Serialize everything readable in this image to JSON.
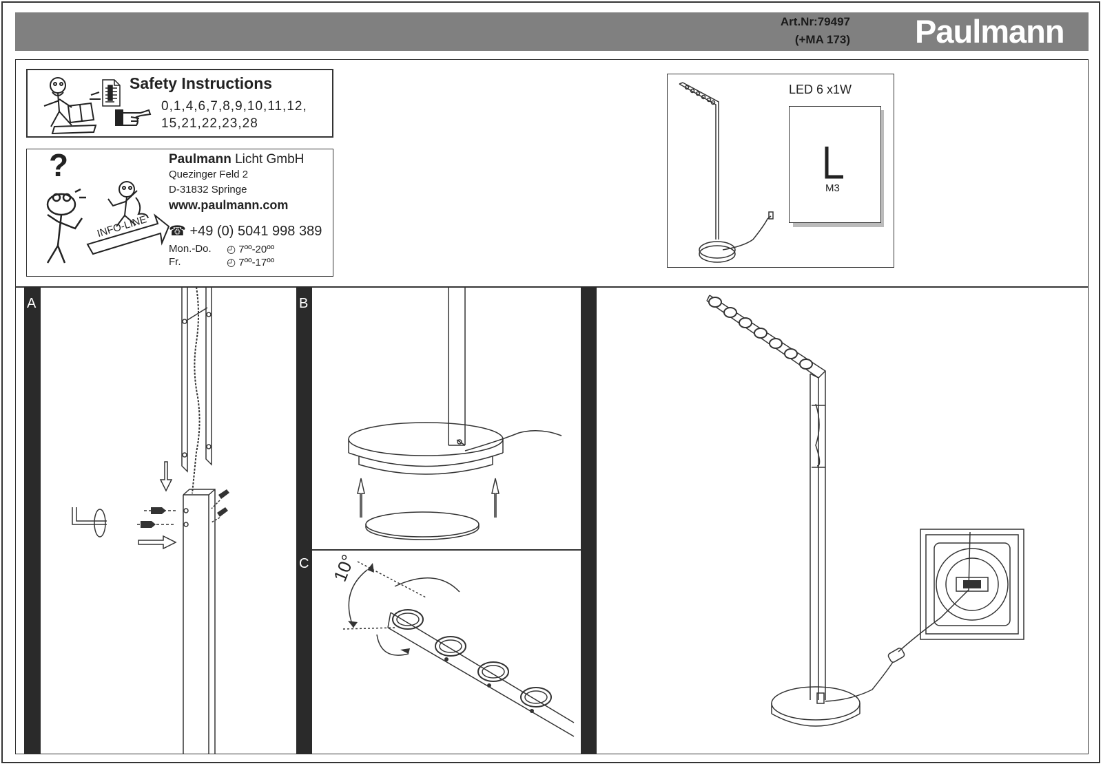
{
  "header": {
    "art_nr": "Art.Nr:79497",
    "ma": "(+MA 173)",
    "brand": "Paulmann"
  },
  "safety": {
    "title": "Safety Instructions",
    "numbers_line1": "0,1,4,6,7,8,9,10,11,12,",
    "numbers_line2": "15,21,22,23,28"
  },
  "contact": {
    "company_bold": "Paulmann",
    "company_rest": " Licht GmbH",
    "street": "Quezinger Feld 2",
    "city": "D-31832 Springe",
    "website": "www.paulmann.com",
    "phone_symbol": "☎",
    "phone": "+49 (0) 5041 998 389",
    "hours_label1": "Mon.-Do.",
    "hours_value1": "7ºº-20ºº",
    "hours_label2": "Fr.",
    "hours_value2": "7ºº-17ºº",
    "infoline": "INFO-LINE",
    "question_mark": "?"
  },
  "product": {
    "led_label": "LED 6 x1W",
    "tool_label": "M3"
  },
  "panels": {
    "a": "A",
    "b": "B",
    "c": "C",
    "angle": "10°"
  },
  "colors": {
    "header_bar": "#808080",
    "panel_bar": "#2a2a2a"
  }
}
